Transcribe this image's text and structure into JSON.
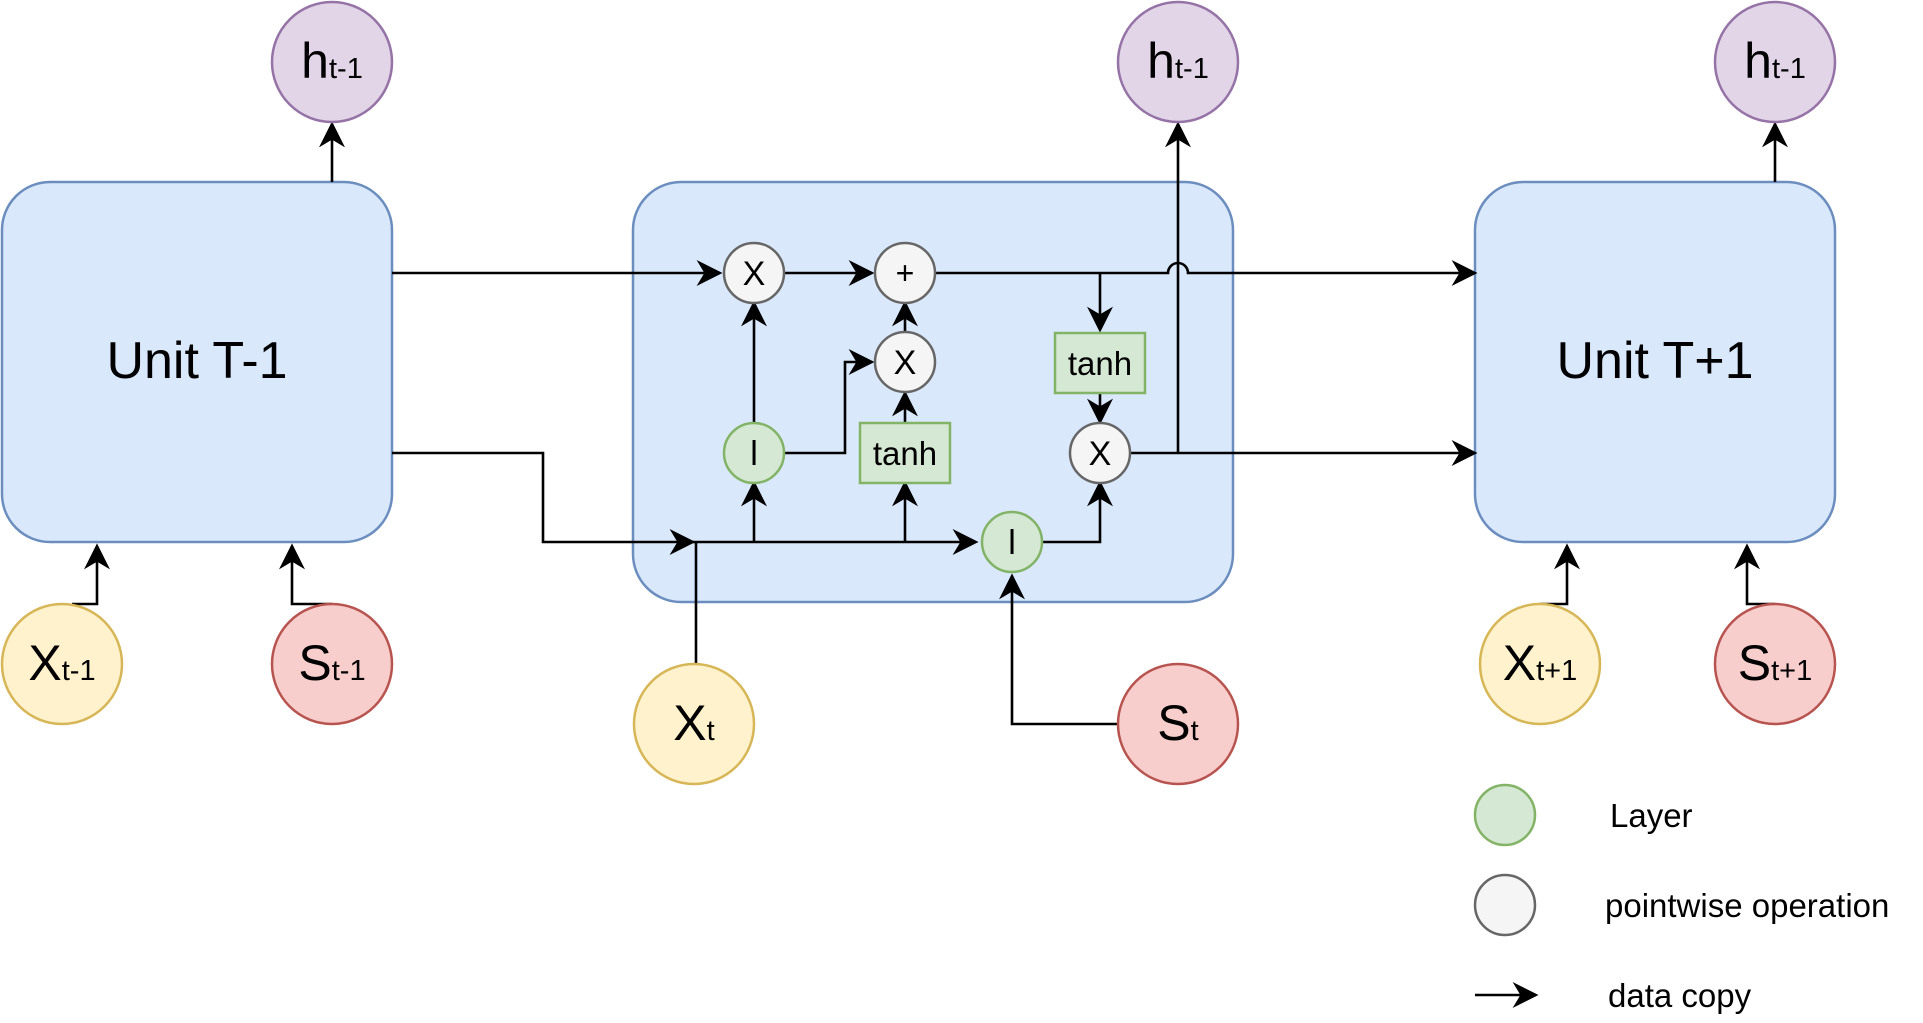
{
  "units": {
    "prev": "Unit T-1",
    "next": "Unit T+1"
  },
  "nodes": {
    "h_prev": {
      "main": "h",
      "sub": "t-1"
    },
    "h_cur": {
      "main": "h",
      "sub": "t-1"
    },
    "h_next": {
      "main": "h",
      "sub": "t-1"
    },
    "x_prev": {
      "main": "X",
      "sub": "t-1"
    },
    "s_prev": {
      "main": "S",
      "sub": "t-1"
    },
    "x_cur": {
      "main": "X",
      "sub": "t"
    },
    "s_cur": {
      "main": "S",
      "sub": "t"
    },
    "x_next": {
      "main": "X",
      "sub": "t+1"
    },
    "s_next": {
      "main": "S",
      "sub": "t+1"
    }
  },
  "cell": {
    "mult_top": "X",
    "add": "+",
    "mult_mid": "X",
    "mult_out": "X",
    "layer_left": "l",
    "layer_right": "l",
    "tanh_left": "tanh",
    "tanh_right": "tanh"
  },
  "legend": {
    "layer": "Layer",
    "pointwise": "pointwise operation",
    "copy": "data copy"
  },
  "colors": {
    "unit_fill": "#dae8fc",
    "unit_stroke": "#6c8ebf",
    "h_fill": "#e1d5e7",
    "h_stroke": "#9673a6",
    "x_fill": "#fff2cc",
    "x_stroke": "#d6b656",
    "s_fill": "#f8cecc",
    "s_stroke": "#b85450",
    "layer_fill": "#d5e8d4",
    "layer_stroke": "#82b366",
    "op_fill": "#f5f5f5",
    "op_stroke": "#666666"
  }
}
